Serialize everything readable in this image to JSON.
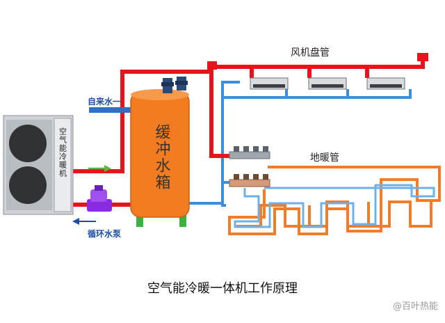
{
  "diagram": {
    "labels": {
      "heat_pump": "空气能冷暖机",
      "tank": "缓冲水箱",
      "tap_water": "自来水一",
      "circulation_pump": "循环水泵",
      "fan_coil": "风机盘管",
      "floor_heating": "地暖管"
    },
    "caption": "空气能冷暖一体机工作原理",
    "watermark": "@百叶热能"
  },
  "colors": {
    "hot_pipe": "#e8141b",
    "return_pipe": "#3a8fd9",
    "floor_outer": "#f07d2a",
    "floor_inner": "#6fb0e8",
    "tank": "#f47c20",
    "tank_base": "#3cb043",
    "label_blue": "#1e4ca8",
    "arrow_green": "#5cb83c",
    "pump_purple": "#8a2be2"
  },
  "icons": [
    "fan-grille-icon",
    "arrow-right-icon",
    "arrow-left-icon",
    "valve-icon",
    "pump-icon"
  ]
}
